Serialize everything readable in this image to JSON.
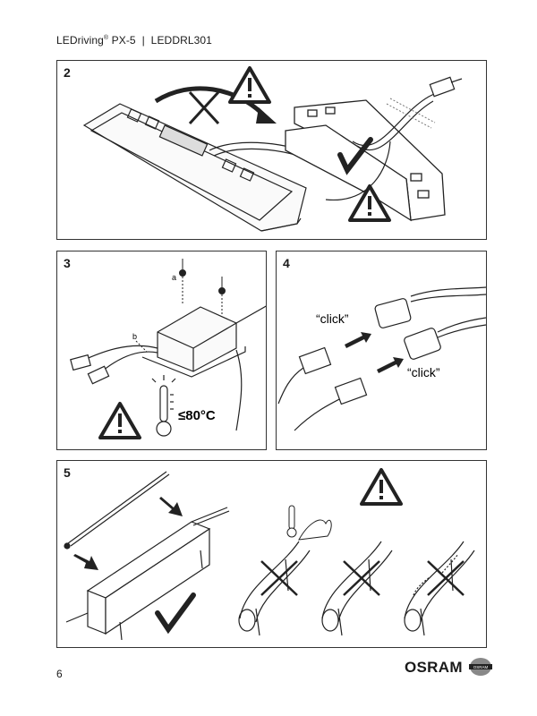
{
  "header": {
    "product": "LEDriving",
    "registered": "®",
    "model": " PX-5",
    "separator": "|",
    "code": "LEDDRL301"
  },
  "panels": {
    "p2": {
      "number": "2"
    },
    "p3": {
      "number": "3",
      "label_a": "a",
      "label_b": "b",
      "temp": "≤80°C"
    },
    "p4": {
      "number": "4",
      "click1": "“click”",
      "click2": "“click”"
    },
    "p5": {
      "number": "5"
    }
  },
  "footer": {
    "page": "6",
    "brand": "OSRAM",
    "badge": "OSRAM"
  },
  "icons": [
    "warning-icon",
    "thermometer-icon",
    "check-icon",
    "cross-icon",
    "arrow-icon"
  ]
}
